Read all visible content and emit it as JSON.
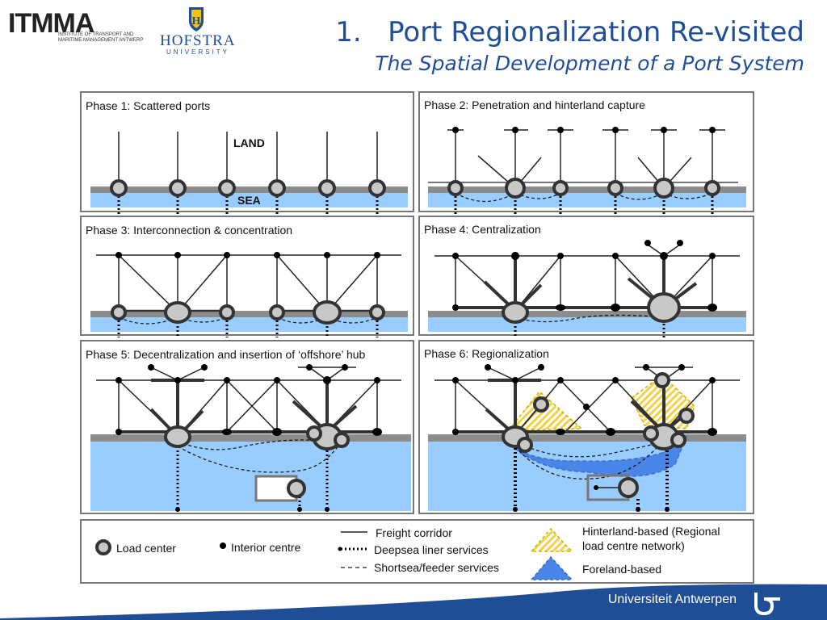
{
  "header": {
    "logo_main": "ITMMA",
    "logo_subtitle_line1": "INSTITUTE OF TRANSPORT AND",
    "logo_subtitle_line2": "MARITIME MANAGEMENT ANTWERP",
    "hofstra_name": "HOFSTRA",
    "hofstra_sub": "UNIVERSITY",
    "title": "1.   Port Regionalization Re-visited",
    "subtitle": "The Spatial Development of a Port System"
  },
  "panels": {
    "p1": {
      "label": "Phase 1: Scattered ports",
      "land": "LAND",
      "sea": "SEA"
    },
    "p2": {
      "label": "Phase 2: Penetration and hinterland capture"
    },
    "p3": {
      "label": "Phase 3: Interconnection & concentration"
    },
    "p4": {
      "label": "Phase 4: Centralization"
    },
    "p5": {
      "label": "Phase 5: Decentralization and insertion of ‘offshore’ hub"
    },
    "p6": {
      "label": "Phase 6: Regionalization"
    }
  },
  "legend": {
    "load_center": "Load center",
    "interior_centre": "Interior centre",
    "freight_corridor": "Freight corridor",
    "deepsea": "Deepsea liner services",
    "shortsea": "Shortsea/feeder services",
    "hinterland_line1": "Hinterland-based (Regional",
    "hinterland_line2": "load centre network)",
    "foreland": "Foreland-based"
  },
  "footer": {
    "university": "Universiteit Antwerpen"
  },
  "colors": {
    "title": "#1f4e96",
    "sea": "#99ccff",
    "coast": "#8c8c8c",
    "node_fill": "#c8c8c8",
    "hinterland": "#f2d24a",
    "foreland": "#4a86e8",
    "footer_blue": "#1f4e96"
  }
}
